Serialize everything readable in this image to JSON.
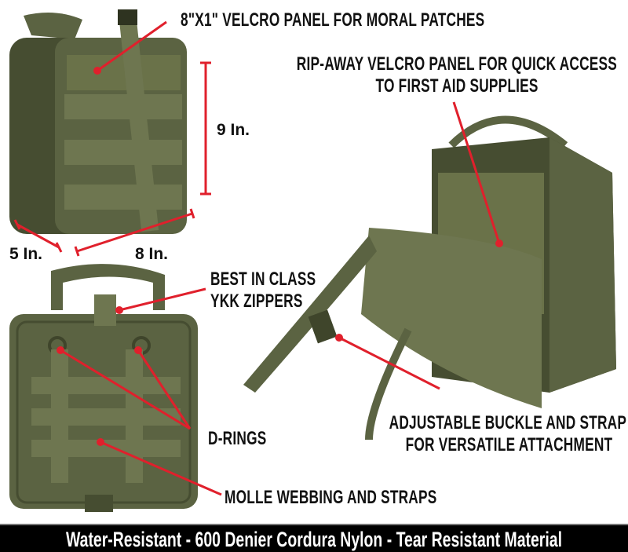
{
  "colors": {
    "olive": "#5b6342",
    "olive_dark": "#464d31",
    "olive_light": "#6e7650",
    "accent_red": "#e0202c",
    "footer_bg": "#000000"
  },
  "labels": {
    "velcro_patch": "8\"X1\" VELCRO PANEL FOR MORAL PATCHES",
    "rip_away_1": "RIP-AWAY VELCRO PANEL FOR QUICK ACCESS",
    "rip_away_2": "TO FIRST AID SUPPLIES",
    "zippers_1": "BEST IN CLASS",
    "zippers_2": "YKK ZIPPERS",
    "d_rings": "D-RINGS",
    "buckle_1": "ADJUSTABLE BUCKLE AND STRAP",
    "buckle_2": "FOR VERSATILE ATTACHMENT",
    "molle": "MOLLE WEBBING AND STRAPS"
  },
  "dimensions": {
    "height": "9 In.",
    "depth": "5 In.",
    "width": "8 In."
  },
  "footer": "Water-Resistant - 600 Denier Cordura Nylon - Tear Resistant Material"
}
